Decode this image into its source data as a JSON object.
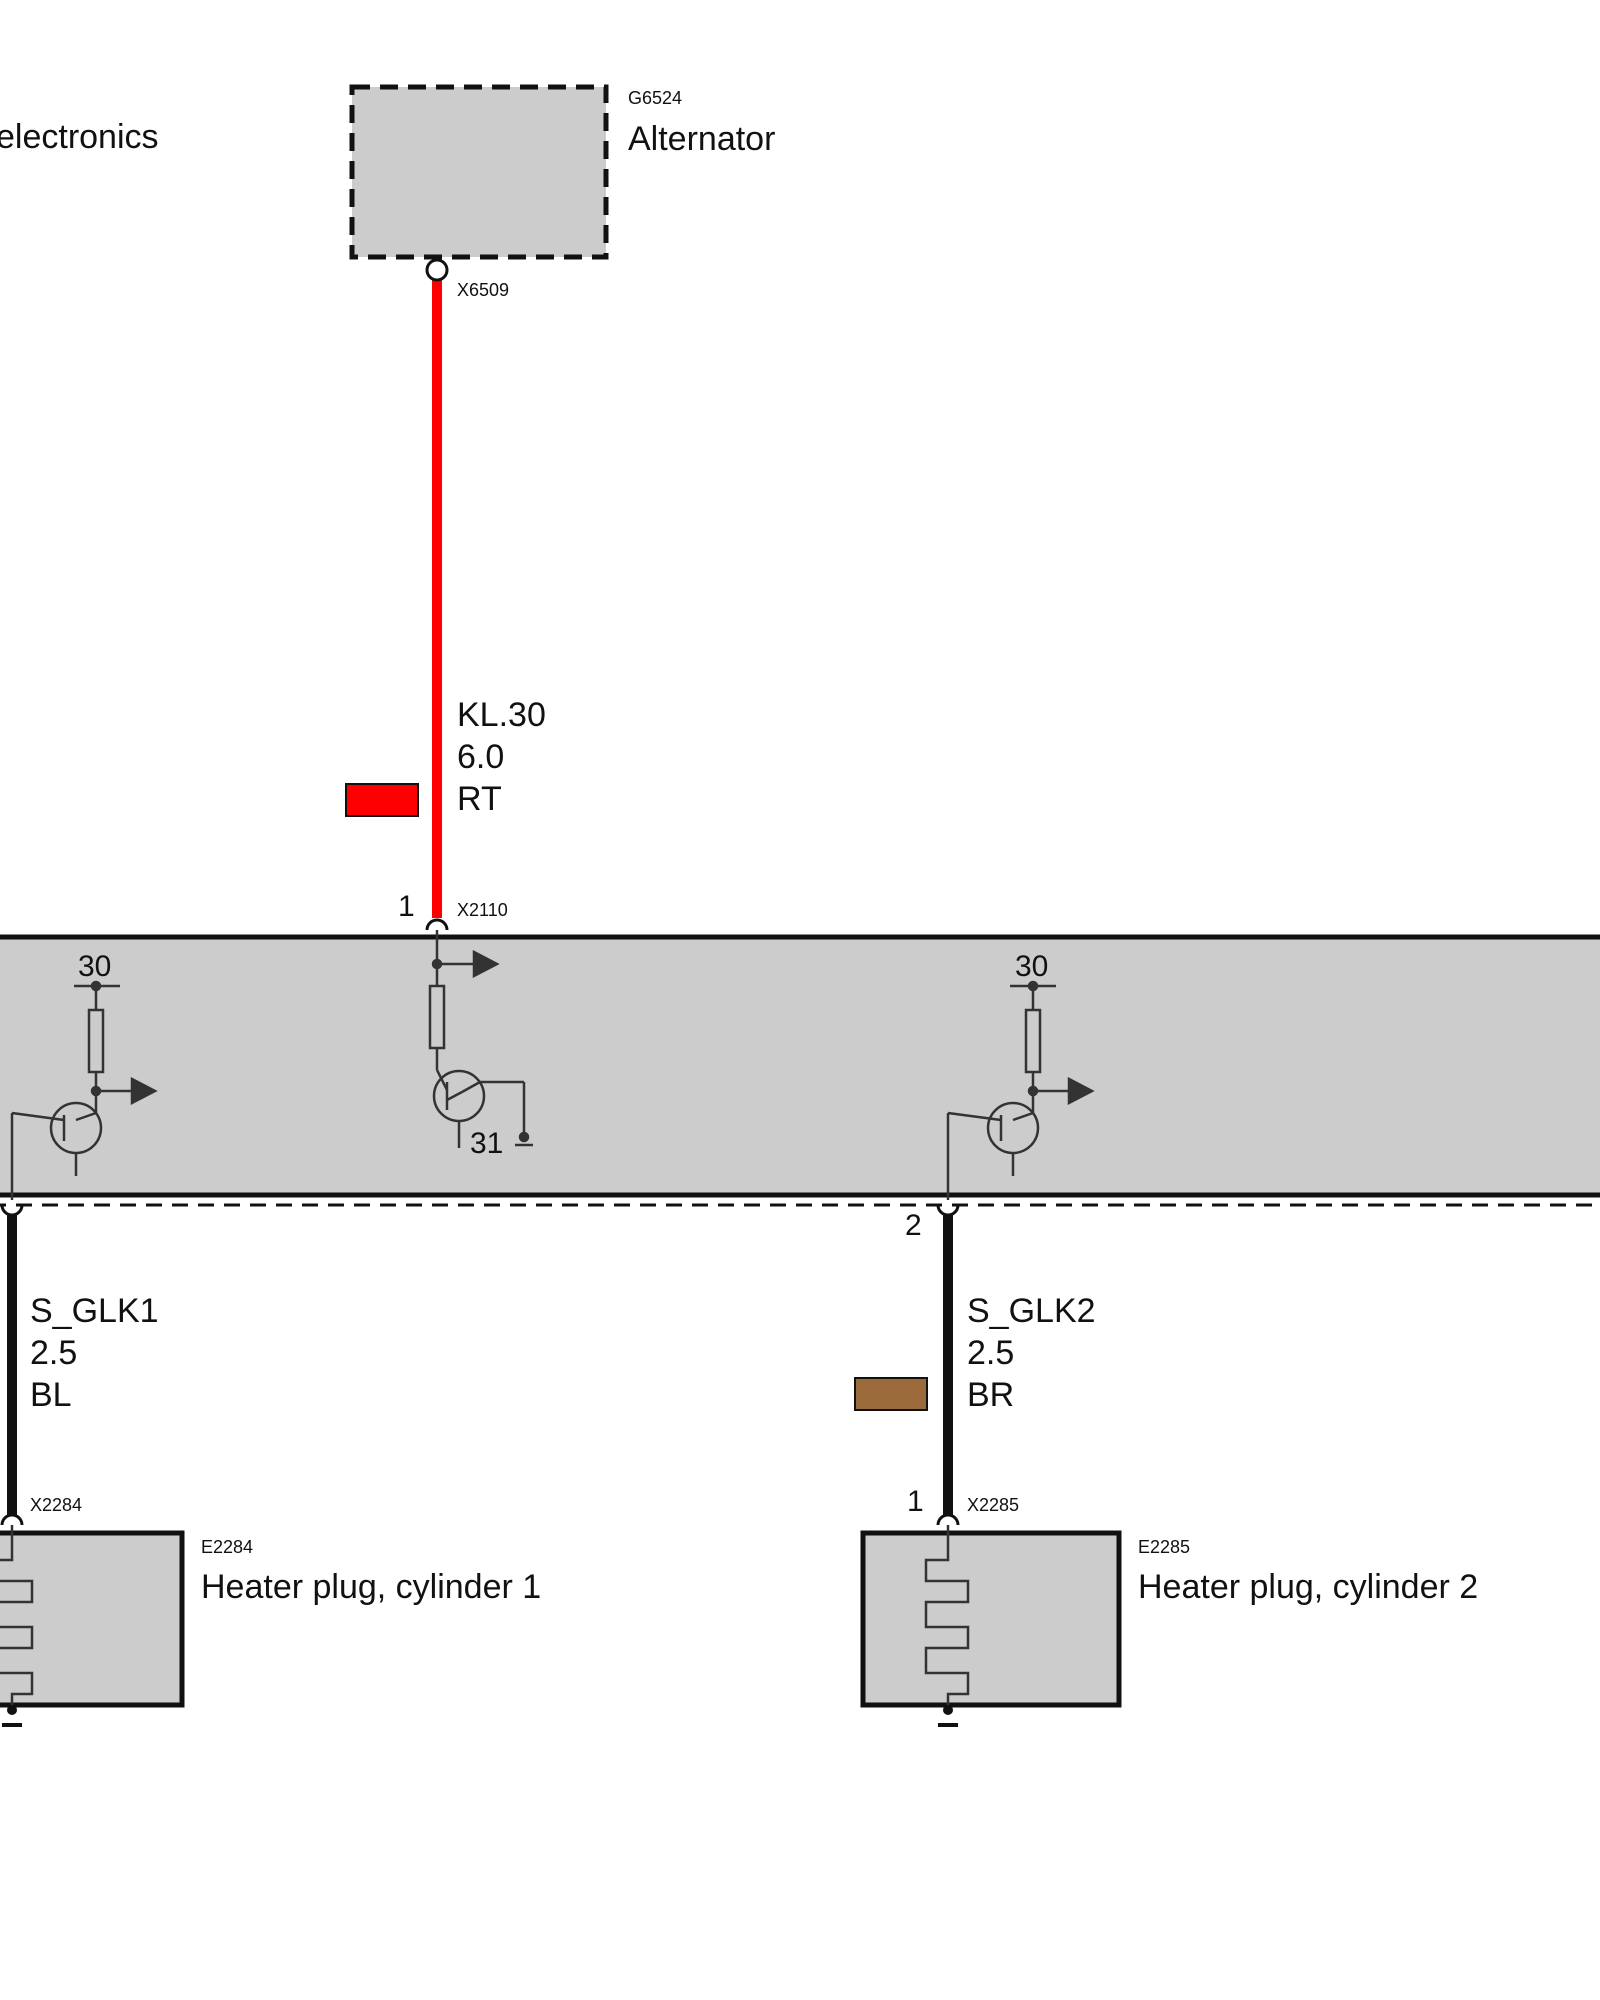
{
  "control_unit": {
    "name_fragment": "electronics"
  },
  "alternator": {
    "code": "G6524",
    "name": "Alternator",
    "connector": "X6509"
  },
  "kl30_wire": {
    "signal": "KL.30",
    "cross_section": "6.0",
    "color_code": "RT",
    "swatch_color": "#ff0000"
  },
  "connector_main": {
    "code": "X2110",
    "pin": "1"
  },
  "internal": {
    "left_supply": "30",
    "right_supply": "30",
    "ground": "31"
  },
  "glk1_wire": {
    "signal": "S_GLK1",
    "cross_section": "2.5",
    "color_code": "BL"
  },
  "glk2_wire": {
    "signal": "S_GLK2",
    "cross_section": "2.5",
    "color_code": "BR",
    "swatch_color": "#9b6a3a",
    "pin_top": "2",
    "pin_bottom": "1"
  },
  "heater1": {
    "code": "E2284",
    "name": "Heater plug, cylinder 1",
    "connector": "X2284"
  },
  "heater2": {
    "code": "E2285",
    "name": "Heater plug, cylinder 2",
    "connector": "X2285"
  },
  "colors": {
    "component_fill": "#cccccc",
    "wire_black": "#111111",
    "wire_red": "#ff0000"
  }
}
